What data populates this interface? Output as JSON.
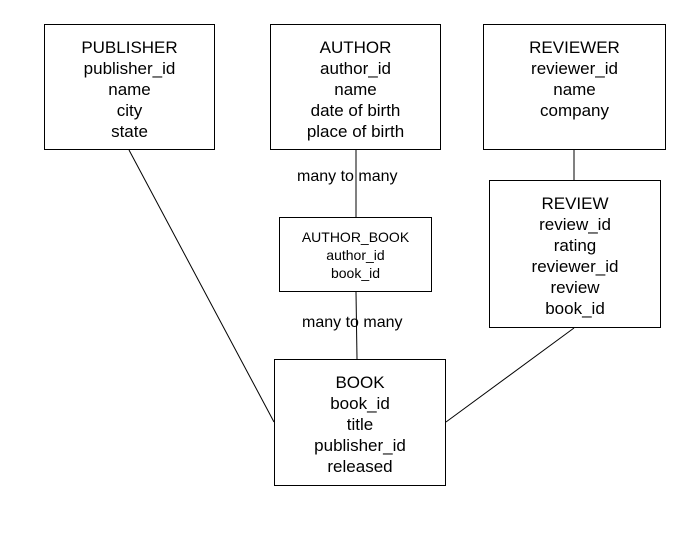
{
  "entities": {
    "publisher": {
      "title": "PUBLISHER",
      "fields": [
        "publisher_id",
        "name",
        "city",
        "state"
      ]
    },
    "author": {
      "title": "AUTHOR",
      "fields": [
        "author_id",
        "name",
        "date of birth",
        "place of birth"
      ]
    },
    "reviewer": {
      "title": "REVIEWER",
      "fields": [
        "reviewer_id",
        "name",
        "company"
      ]
    },
    "author_book": {
      "title": "AUTHOR_BOOK",
      "fields": [
        "author_id",
        "book_id"
      ]
    },
    "review": {
      "title": "REVIEW",
      "fields": [
        "review_id",
        "rating",
        "reviewer_id",
        "review",
        "book_id"
      ]
    },
    "book": {
      "title": "BOOK",
      "fields": [
        "book_id",
        "title",
        "publisher_id",
        "released"
      ]
    }
  },
  "relationships": {
    "author_to_author_book": "many to many",
    "author_book_to_book": "many to many"
  }
}
